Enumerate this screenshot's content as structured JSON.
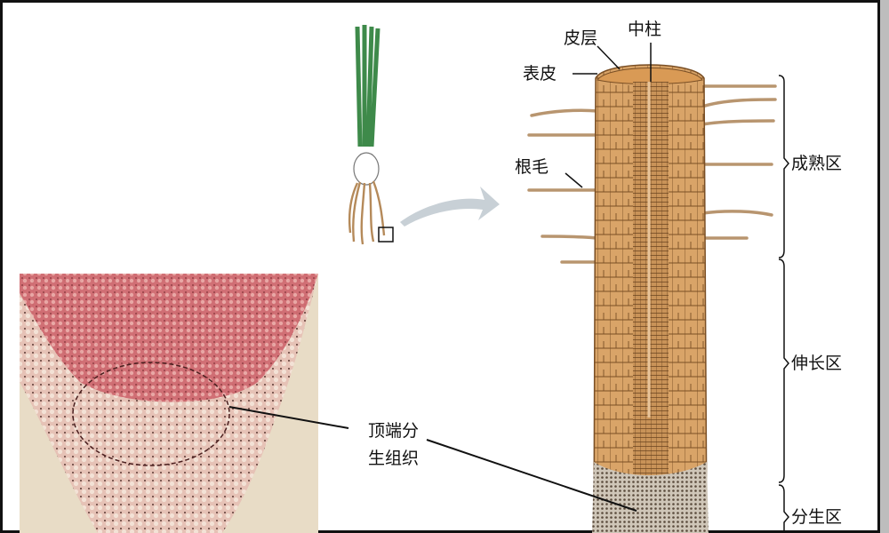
{
  "labels": {
    "stele": "中柱",
    "cortex": "皮层",
    "epidermis": "表皮",
    "root_hair": "根毛",
    "maturation_zone": "成熟区",
    "elongation_zone": "伸长区",
    "meristem_zone": "分生区",
    "apical_meristem_line1": "顶端分",
    "apical_meristem_line2": "生组织"
  },
  "colors": {
    "root_body": "#d9a468",
    "root_cap_top": "#d99a55",
    "leaf_green": "#3e8a4a",
    "micrograph_red": "#c9545e",
    "micrograph_bg": "#e8dcc6",
    "arrow_gray": "#c8d0d6"
  }
}
